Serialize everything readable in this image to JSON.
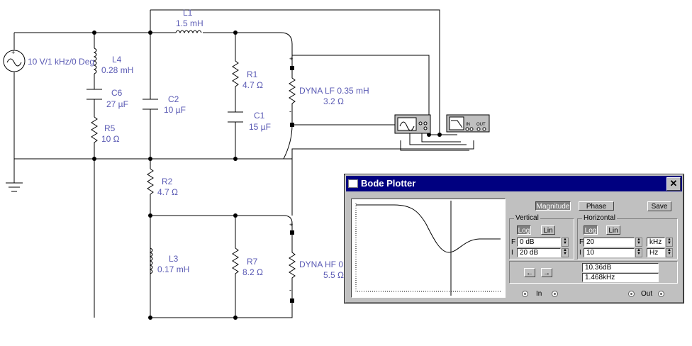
{
  "circuit": {
    "source_label": "10 V/1 kHz/0 Deg",
    "L1": {
      "name": "L1",
      "value": "1.5 mH"
    },
    "L4": {
      "name": "L4",
      "value": "0.28 mH"
    },
    "C6": {
      "name": "C6",
      "value": "27 µF"
    },
    "R5": {
      "name": "R5",
      "value": "10 Ω"
    },
    "C2": {
      "name": "C2",
      "value": "10 µF"
    },
    "R1": {
      "name": "R1",
      "value": "4.7 Ω"
    },
    "C1": {
      "name": "C1",
      "value": "15 µF"
    },
    "DYNA_LF": {
      "name": "DYNA LF 0.35 mH",
      "value": "3.2 Ω"
    },
    "R2": {
      "name": "R2",
      "value": "4.7 Ω"
    },
    "L3": {
      "name": "L3",
      "value": "0.17 mH"
    },
    "R7": {
      "name": "R7",
      "value": "8.2 Ω"
    },
    "DYNA_HF": {
      "name": "DYNA HF 0.",
      "value": "5.5 Ω"
    },
    "plotter_icon": {
      "in": "IN",
      "out": "OUT"
    }
  },
  "bode": {
    "title": "Bode Plotter",
    "magnitude_label": "Magnitude",
    "phase_label": "Phase",
    "save_label": "Save",
    "vertical": {
      "title": "Vertical",
      "log": "Log",
      "lin": "Lin",
      "F_label": "F",
      "I_label": "I",
      "F_value": "0 dB",
      "I_value": "20 dB"
    },
    "horizontal": {
      "title": "Horizontal",
      "log": "Log",
      "lin": "Lin",
      "F_label": "F",
      "I_label": "I",
      "F_value": "20",
      "F_unit": "kHz",
      "I_value": "10",
      "I_unit": "Hz"
    },
    "readout_db": "10.36dB",
    "readout_freq": "1.468kHz",
    "left_arrow": "←",
    "right_arrow": "→",
    "in_label": "In",
    "out_label": "Out"
  }
}
